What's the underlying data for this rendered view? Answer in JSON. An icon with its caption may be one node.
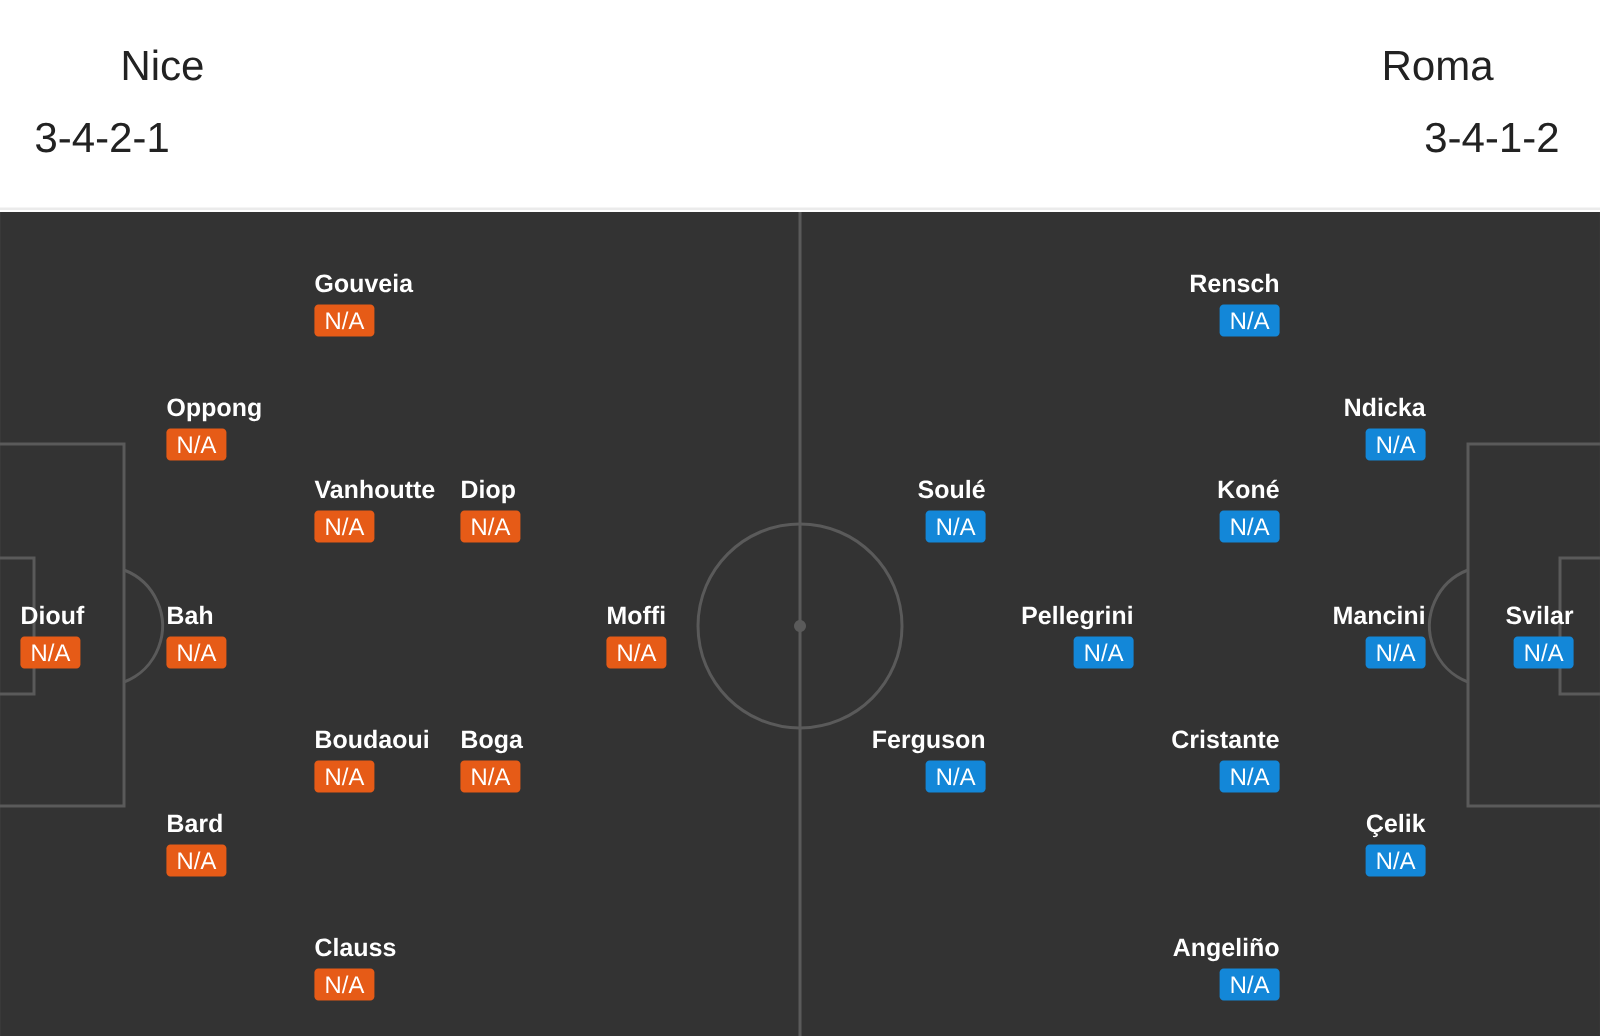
{
  "diagram": {
    "nodes": [
      {
        "text": [
          "Gouveia",
          "N/A"
        ]
      },
      {
        "text": [
          "Rensch",
          "N/A"
        ]
      },
      {
        "text": [
          "Oppong",
          "N/A"
        ]
      },
      {
        "text": [
          "Ndicka",
          "N/A"
        ]
      },
      {
        "text": [
          "Vanhoutte",
          "N/A"
        ]
      },
      {
        "text": [
          "Diop",
          "N/A"
        ]
      },
      {
        "text": [
          "Soulé",
          "N/A"
        ]
      },
      {
        "text": [
          "Koné",
          "N/A"
        ]
      },
      {
        "text": [
          "Diouf",
          "N/A"
        ]
      },
      {
        "text": [
          "Bah",
          "N/A"
        ]
      },
      {
        "text": [
          "Moffi",
          "N/A"
        ]
      },
      {
        "text": [
          "Pellegrini",
          "N/A"
        ]
      },
      {
        "text": [
          "Mancini",
          "N/A"
        ]
      },
      {
        "text": [
          "Svilar",
          "N/A"
        ]
      },
      {
        "text": [
          "Boudaoui",
          "N/A"
        ]
      },
      {
        "text": [
          "Boga",
          "N/A"
        ]
      },
      {
        "text": [
          "Ferguson",
          "N/A"
        ]
      },
      {
        "text": [
          "Cristante",
          "N/A"
        ]
      },
      {
        "text": [
          "Bard",
          "N/A"
        ]
      },
      {
        "text": [
          "Çelik",
          "N/A"
        ]
      },
      {
        "text": [
          "Clauss",
          "N/A"
        ]
      },
      {
        "text": [
          "Angeliño",
          "N/A"
        ]
      }
    ],
    "labels": [
      "Nice",
      "3-4-2-1",
      "Roma",
      "3-4-1-2"
    ]
  }
}
